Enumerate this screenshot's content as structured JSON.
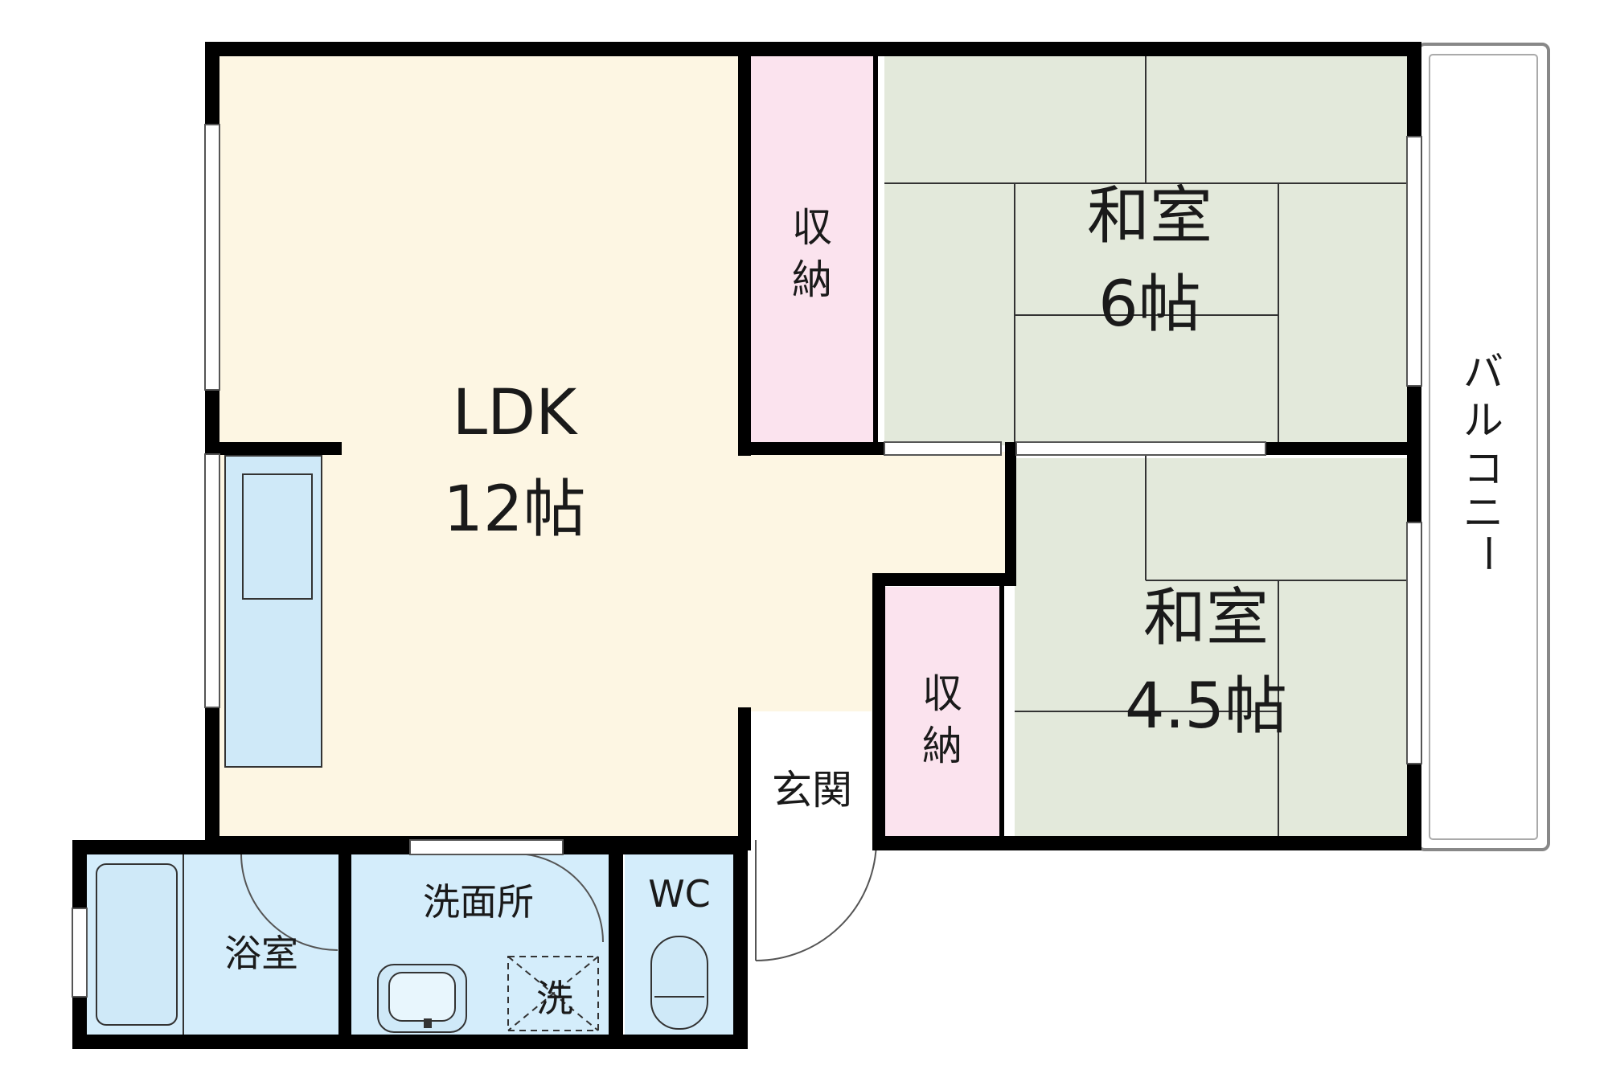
{
  "rooms": {
    "ldk": {
      "name": "LDK",
      "size": "12帖"
    },
    "washitsu_6": {
      "name": "和室",
      "size": "6帖"
    },
    "washitsu_45": {
      "name": "和室",
      "size": "4.5帖"
    },
    "storage_a": {
      "line1": "収",
      "line2": "納"
    },
    "storage_b": {
      "line1": "収",
      "line2": "納"
    },
    "entrance": {
      "name": "玄関"
    },
    "bath": {
      "name": "浴室"
    },
    "washroom": {
      "name": "洗面所"
    },
    "washer": {
      "name": "洗"
    },
    "toilet": {
      "name": "WC"
    },
    "balcony": {
      "chars": [
        "バ",
        "ル",
        "コ",
        "ニ",
        "ー"
      ]
    }
  },
  "colors": {
    "wall": "#000000",
    "ldk_floor": "#fdf6e3",
    "tatami": "#e3e9db",
    "storage": "#fbe3ee",
    "wet_area": "#d4edfb",
    "entrance": "#ffffff"
  }
}
